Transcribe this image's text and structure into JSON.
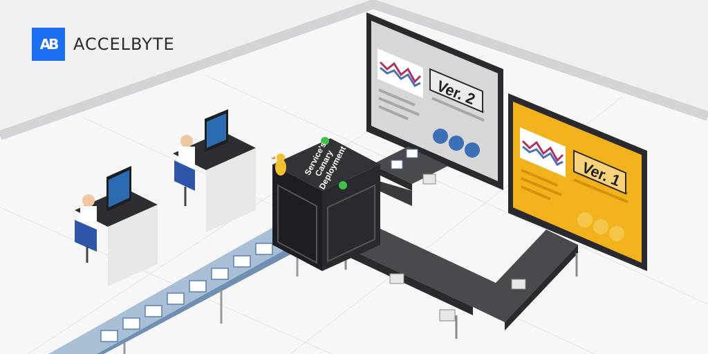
{
  "brand": {
    "mark": "AB",
    "name": "ACCELBYTE",
    "color": "#1b6ff0"
  },
  "machine": {
    "line1": "Service's",
    "line2": "Canary",
    "line3": "Deployment"
  },
  "screens": {
    "v2": {
      "label": "Ver. 2",
      "color": "#d7d7d7"
    },
    "v1": {
      "label": "Ver. 1",
      "color": "#f2b21c"
    }
  },
  "icons": [
    "gears-icon",
    "lock-icon",
    "shield-icon"
  ]
}
